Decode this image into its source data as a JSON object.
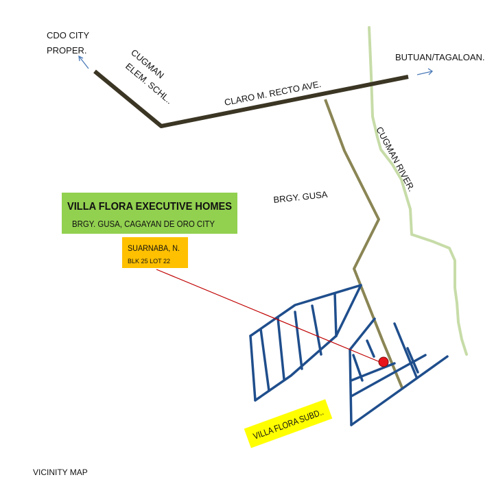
{
  "map": {
    "title": "VICINITY MAP",
    "labels": {
      "cdo_line1": "CDO CITY",
      "cdo_line2": "PROPER.",
      "school_line1": "CUGMAN",
      "school_line2": "ELEM. SCHL..",
      "avenue": "CLARO M. RECTO AVE.",
      "destination": "BUTUAN/TAGALOAN.",
      "river": "CUGMAN  RIVER.",
      "barangay": "BRGY. GUSA",
      "subdivision": "VILLA FLORA SUBD.."
    },
    "project": {
      "name": "VILLA FLORA EXECUTIVE HOMES",
      "address": "BRGY. GUSA, CAGAYAN DE ORO CITY"
    },
    "lot": {
      "owner": "SUARNABA, N.",
      "block_lot": "BLK 25 LOT 22"
    },
    "colors": {
      "main_road": "#3b3524",
      "side_road": "#8a8554",
      "river": "#c7dca8",
      "subdivision_streets": "#1f4e8c",
      "project_box": "#92d050",
      "lot_box": "#ffc000",
      "subdivision_box": "#ffff00",
      "marker": "#e8141c",
      "pointer_line": "#c00000",
      "arrows": "#4a7ab8"
    }
  }
}
